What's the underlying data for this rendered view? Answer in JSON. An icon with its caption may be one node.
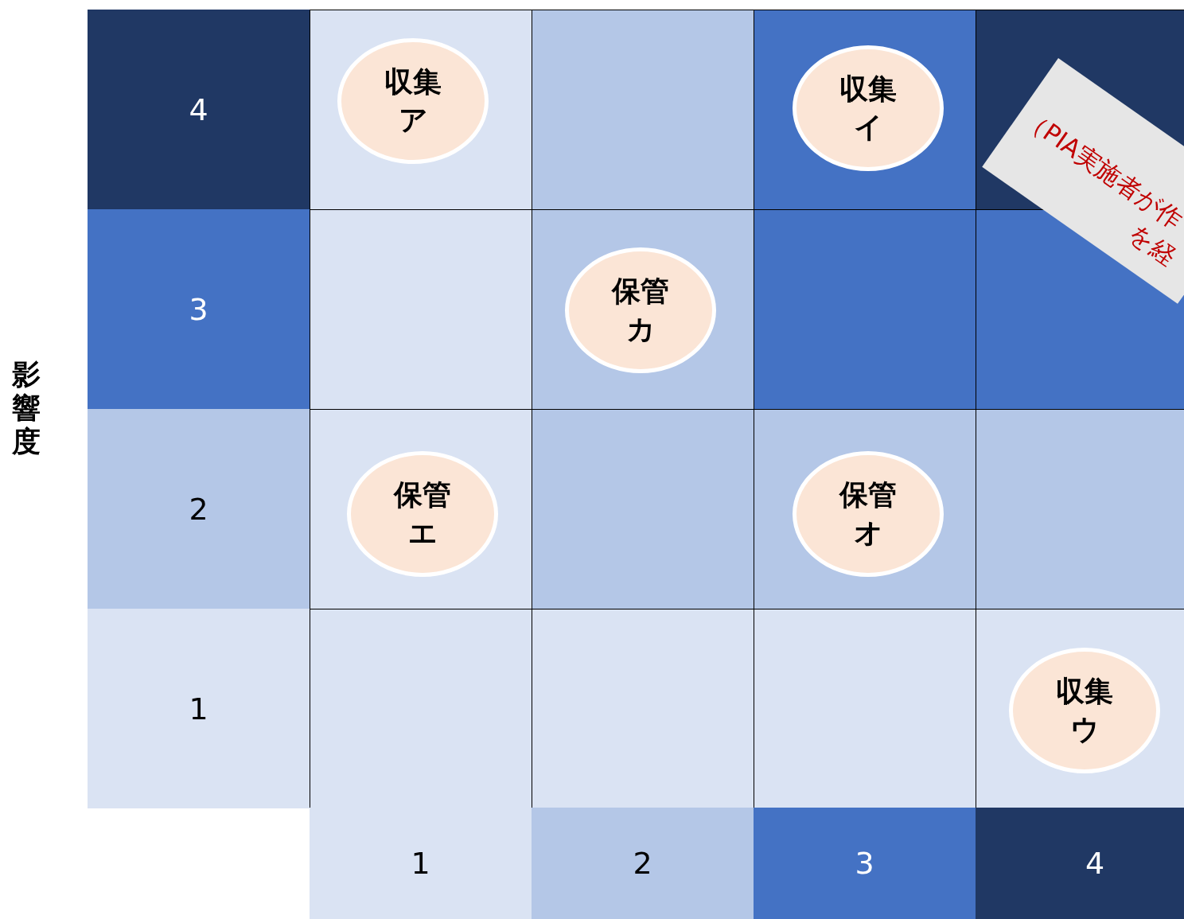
{
  "diagram": {
    "nodes": [
      {
        "text": [
          "4"
        ]
      },
      {
        "text": [
          "3"
        ]
      },
      {
        "text": [
          "2"
        ]
      },
      {
        "text": [
          "1"
        ]
      },
      {
        "text": [
          "1"
        ]
      },
      {
        "text": [
          "2"
        ]
      },
      {
        "text": [
          "3"
        ]
      },
      {
        "text": [
          "4"
        ]
      },
      {
        "text": [
          "収集",
          "ア"
        ]
      },
      {
        "text": [
          "収集",
          "イ"
        ]
      },
      {
        "text": [
          "保管",
          "カ"
        ]
      },
      {
        "text": [
          "保管",
          "エ"
        ]
      },
      {
        "text": [
          "保管",
          "オ"
        ]
      },
      {
        "text": [
          "収集",
          "ウ"
        ]
      },
      {
        "text": [
          "（PIA実施者が作",
          "を経"
        ]
      }
    ],
    "edges": [],
    "labels": [
      "影響度"
    ]
  }
}
